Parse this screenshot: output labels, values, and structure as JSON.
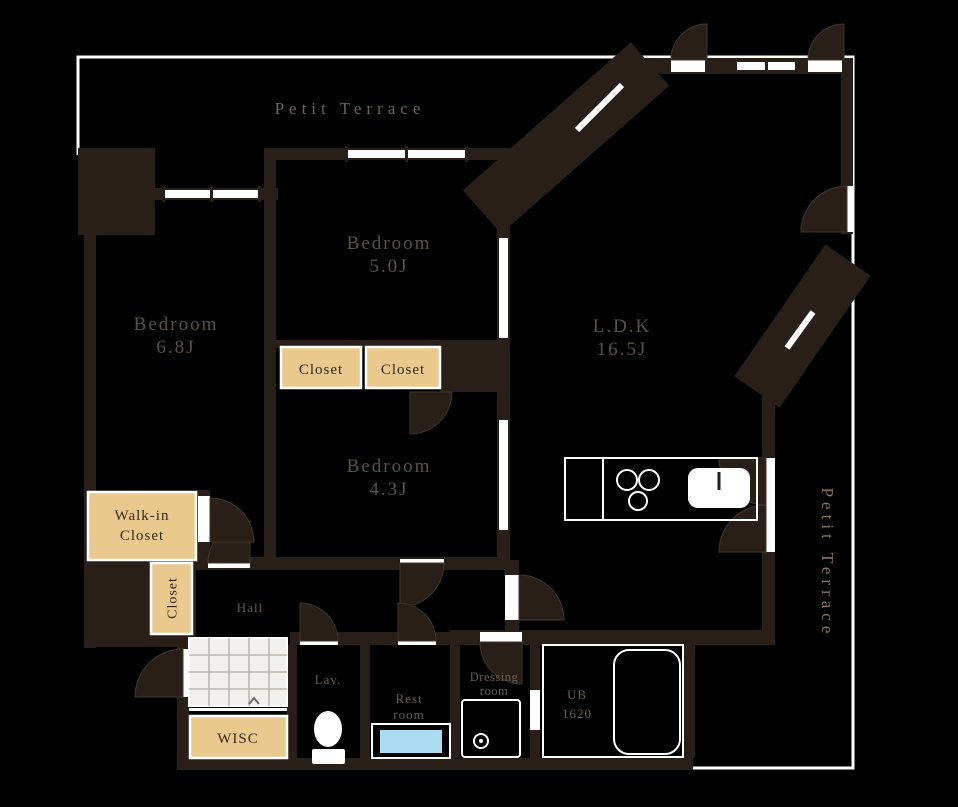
{
  "plan": {
    "terrace_top": {
      "label": "Petit Terrace"
    },
    "terrace_right": {
      "label": "Petit Terrace"
    },
    "rooms": {
      "bedroom_50": {
        "name": "Bedroom",
        "size": "5.0J"
      },
      "bedroom_68": {
        "name": "Bedroom",
        "size": "6.8J"
      },
      "bedroom_43": {
        "name": "Bedroom",
        "size": "4.3J"
      },
      "ldk": {
        "name": "L.D.K",
        "size": "16.5J"
      },
      "hall": {
        "name": "Hall"
      },
      "lav": {
        "name": "Lav."
      },
      "rest_room": {
        "line1": "Rest",
        "line2": "room"
      },
      "dressing_room": {
        "line1": "Dressing",
        "line2": "room"
      },
      "unit_bath": {
        "line1": "UB",
        "line2": "1620"
      }
    },
    "storage": {
      "closet_a": {
        "label": "Closet"
      },
      "closet_b": {
        "label": "Closet"
      },
      "walk_in_closet": {
        "line1": "Walk-in",
        "line2": "Closet"
      },
      "closet_side": {
        "label": "Closet"
      },
      "wisc": {
        "label": "WISC"
      }
    },
    "colors": {
      "background": "#000000",
      "wall": "#2a1f18",
      "storage_fill": "#eac98e",
      "room_label": "#5c5147",
      "terrace_label_top": "#6f6352",
      "terrace_label_right": "#8c6f63",
      "fixture_outline": "#ffffff",
      "sink_fill": "#aadcf0",
      "tile_fill": "#f2f0ec"
    }
  }
}
